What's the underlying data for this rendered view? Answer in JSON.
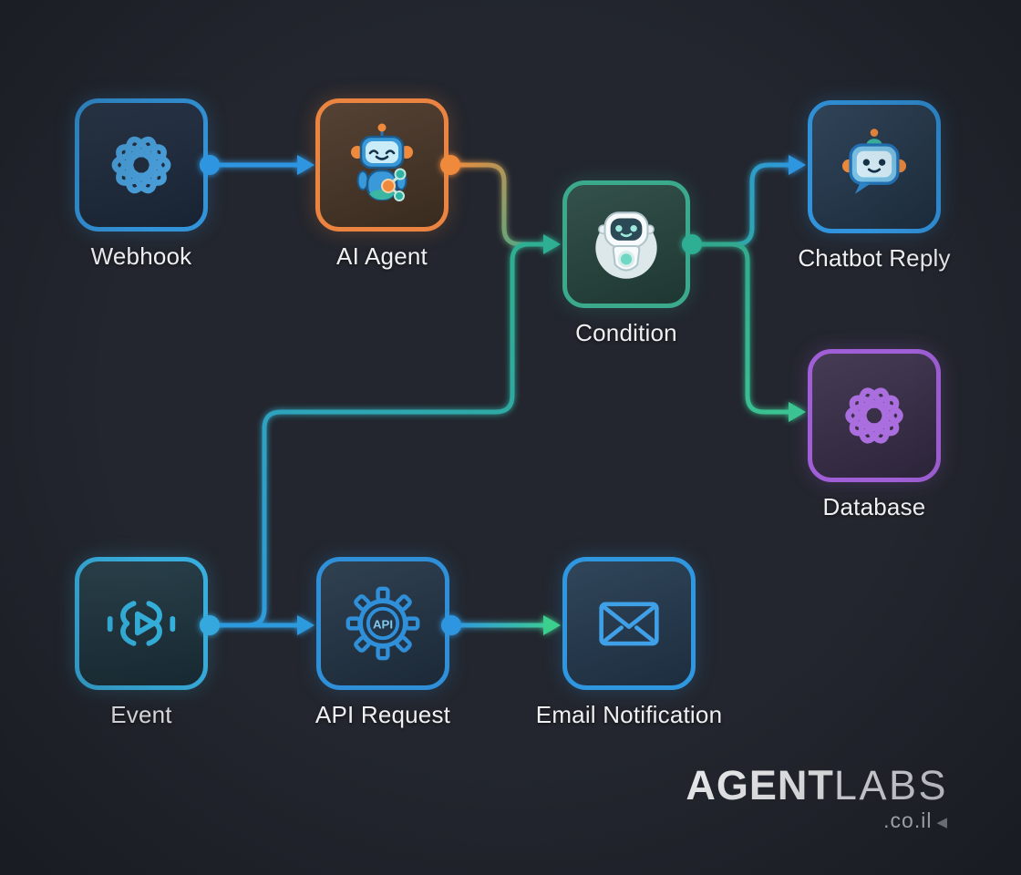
{
  "colors": {
    "background": "#23262e",
    "blue": "#2f96e0",
    "cyan": "#35a8de",
    "orange": "#ef8a3c",
    "teal": "#2fae93",
    "green": "#3ecf8e",
    "purple": "#a05fd6",
    "label_text": "#eef0f3"
  },
  "nodes": [
    {
      "id": "webhook",
      "label": "Webhook",
      "icon": "knot-icon",
      "accent": "#3393d8",
      "bg": "#1e2c40"
    },
    {
      "id": "ai-agent",
      "label": "AI Agent",
      "icon": "robot-agent-icon",
      "accent": "#ea8440",
      "bg": "#4a3728"
    },
    {
      "id": "condition",
      "label": "Condition",
      "icon": "robot-condition-icon",
      "accent": "#3aa98c",
      "bg": "#27463f"
    },
    {
      "id": "chatbot-reply",
      "label": "Chatbot Reply",
      "icon": "chatbot-icon",
      "accent": "#3193dc",
      "bg": "#253a50"
    },
    {
      "id": "database",
      "label": "Database",
      "icon": "knot-icon",
      "accent": "#a05fd6",
      "bg": "#3a2f4b"
    },
    {
      "id": "event",
      "label": "Event",
      "icon": "event-icon",
      "accent": "#38aede",
      "bg": "#1e3641"
    },
    {
      "id": "api-request",
      "label": "API Request",
      "icon": "api-gear-icon",
      "icon_text": "API",
      "accent": "#2f8fd8",
      "bg": "#233547"
    },
    {
      "id": "email-notification",
      "label": "Email Notification",
      "icon": "envelope-icon",
      "accent": "#2f96e0",
      "bg": "#243a50"
    }
  ],
  "edges": [
    {
      "from": "webhook",
      "to": "ai-agent",
      "color": "blue"
    },
    {
      "from": "ai-agent",
      "to": "condition",
      "color": "orange-to-teal"
    },
    {
      "from": "event",
      "to": "condition",
      "color": "blue-to-teal"
    },
    {
      "from": "condition",
      "to": "chatbot-reply",
      "color": "teal-to-blue"
    },
    {
      "from": "condition",
      "to": "database",
      "color": "teal-to-green"
    },
    {
      "from": "event",
      "to": "api-request",
      "color": "blue"
    },
    {
      "from": "api-request",
      "to": "email-notification",
      "color": "blue-to-green"
    }
  ],
  "logo": {
    "brand_bold": "AGENT",
    "brand_light": "LABS",
    "domain": ".co.il"
  }
}
